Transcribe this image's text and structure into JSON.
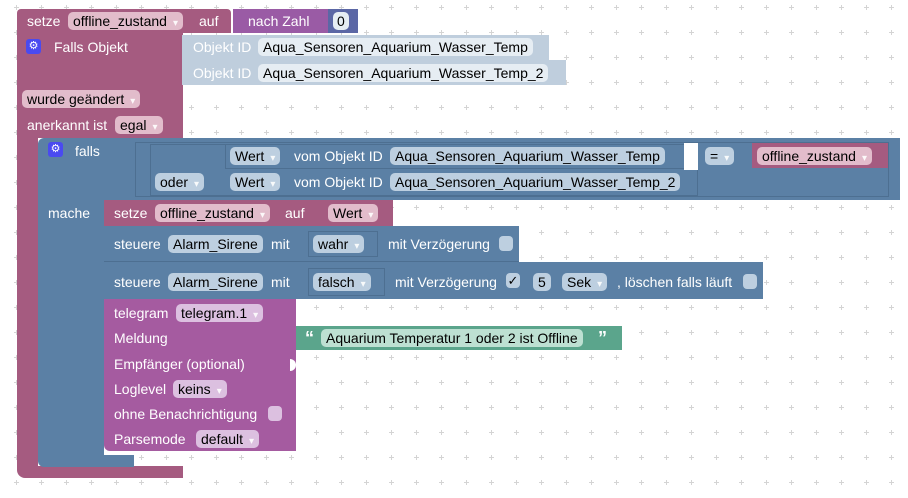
{
  "colors": {
    "variables": "#a55b80",
    "trigger": "#a55b80",
    "logic": "#5b80a5",
    "math": "#5b67a5",
    "convert": "#9a5ba5",
    "objectId": "#bfcedd",
    "text": "#5ba58c",
    "telegram": "#a55ba0"
  },
  "top_block": {
    "setze_label": "setze",
    "variable": "offline_zustand",
    "auf_label": "auf",
    "convert_label": "nach Zahl",
    "number": "0"
  },
  "trigger": {
    "label": "Falls Objekt",
    "objects": [
      {
        "label": "Objekt ID",
        "value": "Aqua_Sensoren_Aquarium_Wasser_Temp"
      },
      {
        "label": "Objekt ID",
        "value": "Aqua_Sensoren_Aquarium_Wasser_Temp_2"
      }
    ],
    "condition": "wurde geändert",
    "ack_label": "anerkannt ist",
    "ack_value": "egal"
  },
  "if_block": {
    "falls_label": "falls",
    "mache_label": "mache",
    "logic_op": "oder",
    "compare_op": "=",
    "compare_var": "offline_zustand",
    "conditions": [
      {
        "prop": "Wert",
        "label": "vom Objekt ID",
        "value": "Aqua_Sensoren_Aquarium_Wasser_Temp"
      },
      {
        "prop": "Wert",
        "label": "vom Objekt ID",
        "value": "Aqua_Sensoren_Aquarium_Wasser_Temp_2"
      }
    ]
  },
  "set_inner": {
    "setze_label": "setze",
    "variable": "offline_zustand",
    "auf_label": "auf",
    "value": "Wert"
  },
  "control1": {
    "label": "steuere",
    "device": "Alarm_Sirene",
    "mit_label": "mit",
    "value": "wahr",
    "delay_label": "mit Verzögerung",
    "delay_checked": false
  },
  "control2": {
    "label": "steuere",
    "device": "Alarm_Sirene",
    "mit_label": "mit",
    "value": "falsch",
    "delay_label": "mit Verzögerung",
    "delay_checked": true,
    "delay_check_glyph": "✓",
    "delay_amount": "5",
    "delay_unit": "Sek",
    "clear_label": ", löschen falls läuft",
    "clear_checked": false
  },
  "telegram": {
    "label": "telegram",
    "instance": "telegram.1",
    "message_label": "Meldung",
    "message_open_quote": "“",
    "message": "Aquarium Temperatur 1 oder 2 ist Offline",
    "message_close_quote": "”",
    "recipient_label": "Empfänger (optional)",
    "loglevel_label": "Loglevel",
    "loglevel": "keins",
    "silent_label": "ohne Benachrichtigung",
    "silent_checked": false,
    "parsemode_label": "Parsemode",
    "parsemode": "default"
  },
  "icons": {
    "gear": "⚙"
  }
}
